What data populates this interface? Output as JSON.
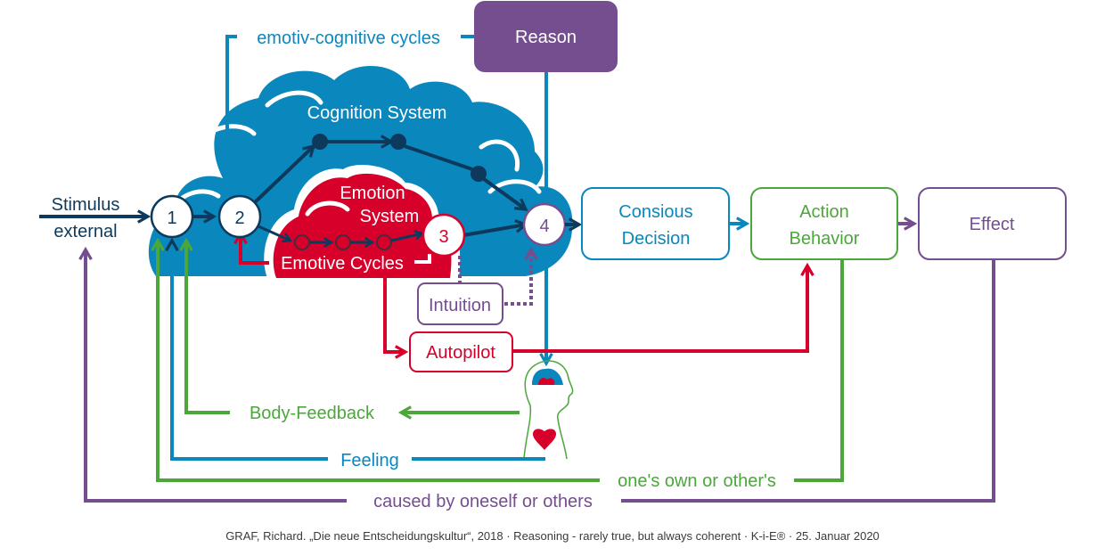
{
  "colors": {
    "navy": "#0d3a5c",
    "blue": "#0a87bd",
    "red": "#d6002b",
    "green": "#4ca73b",
    "purple": "#744e8f",
    "white": "#ffffff"
  },
  "top": {
    "cycles_label": "emotiv-cognitive cycles",
    "reason_label": "Reason"
  },
  "clouds": {
    "cognition_label": "Cognition System",
    "emotion_label_line1": "Emotion",
    "emotion_label_line2": "System",
    "emotive_cycles_label": "Emotive Cycles"
  },
  "stimulus": {
    "line1": "Stimulus",
    "line2": "external"
  },
  "nodes": [
    "1",
    "2",
    "3",
    "4"
  ],
  "boxes": {
    "decision_line1": "Consious",
    "decision_line2": "Decision",
    "action_line1": "Action",
    "action_line2": "Behavior",
    "effect": "Effect",
    "intuition": "Intuition",
    "autopilot": "Autopilot"
  },
  "feedback": {
    "body_feedback": "Body-Feedback",
    "feeling": "Feeling",
    "own_or_others": "one's own or other's",
    "caused_by": "caused by oneself or others"
  },
  "footer": "GRAF, Richard. „Die neue Entscheidungskultur“, 2018 · Reasoning - rarely true, but always coherent · K-i-E® · 25. Januar 2020"
}
